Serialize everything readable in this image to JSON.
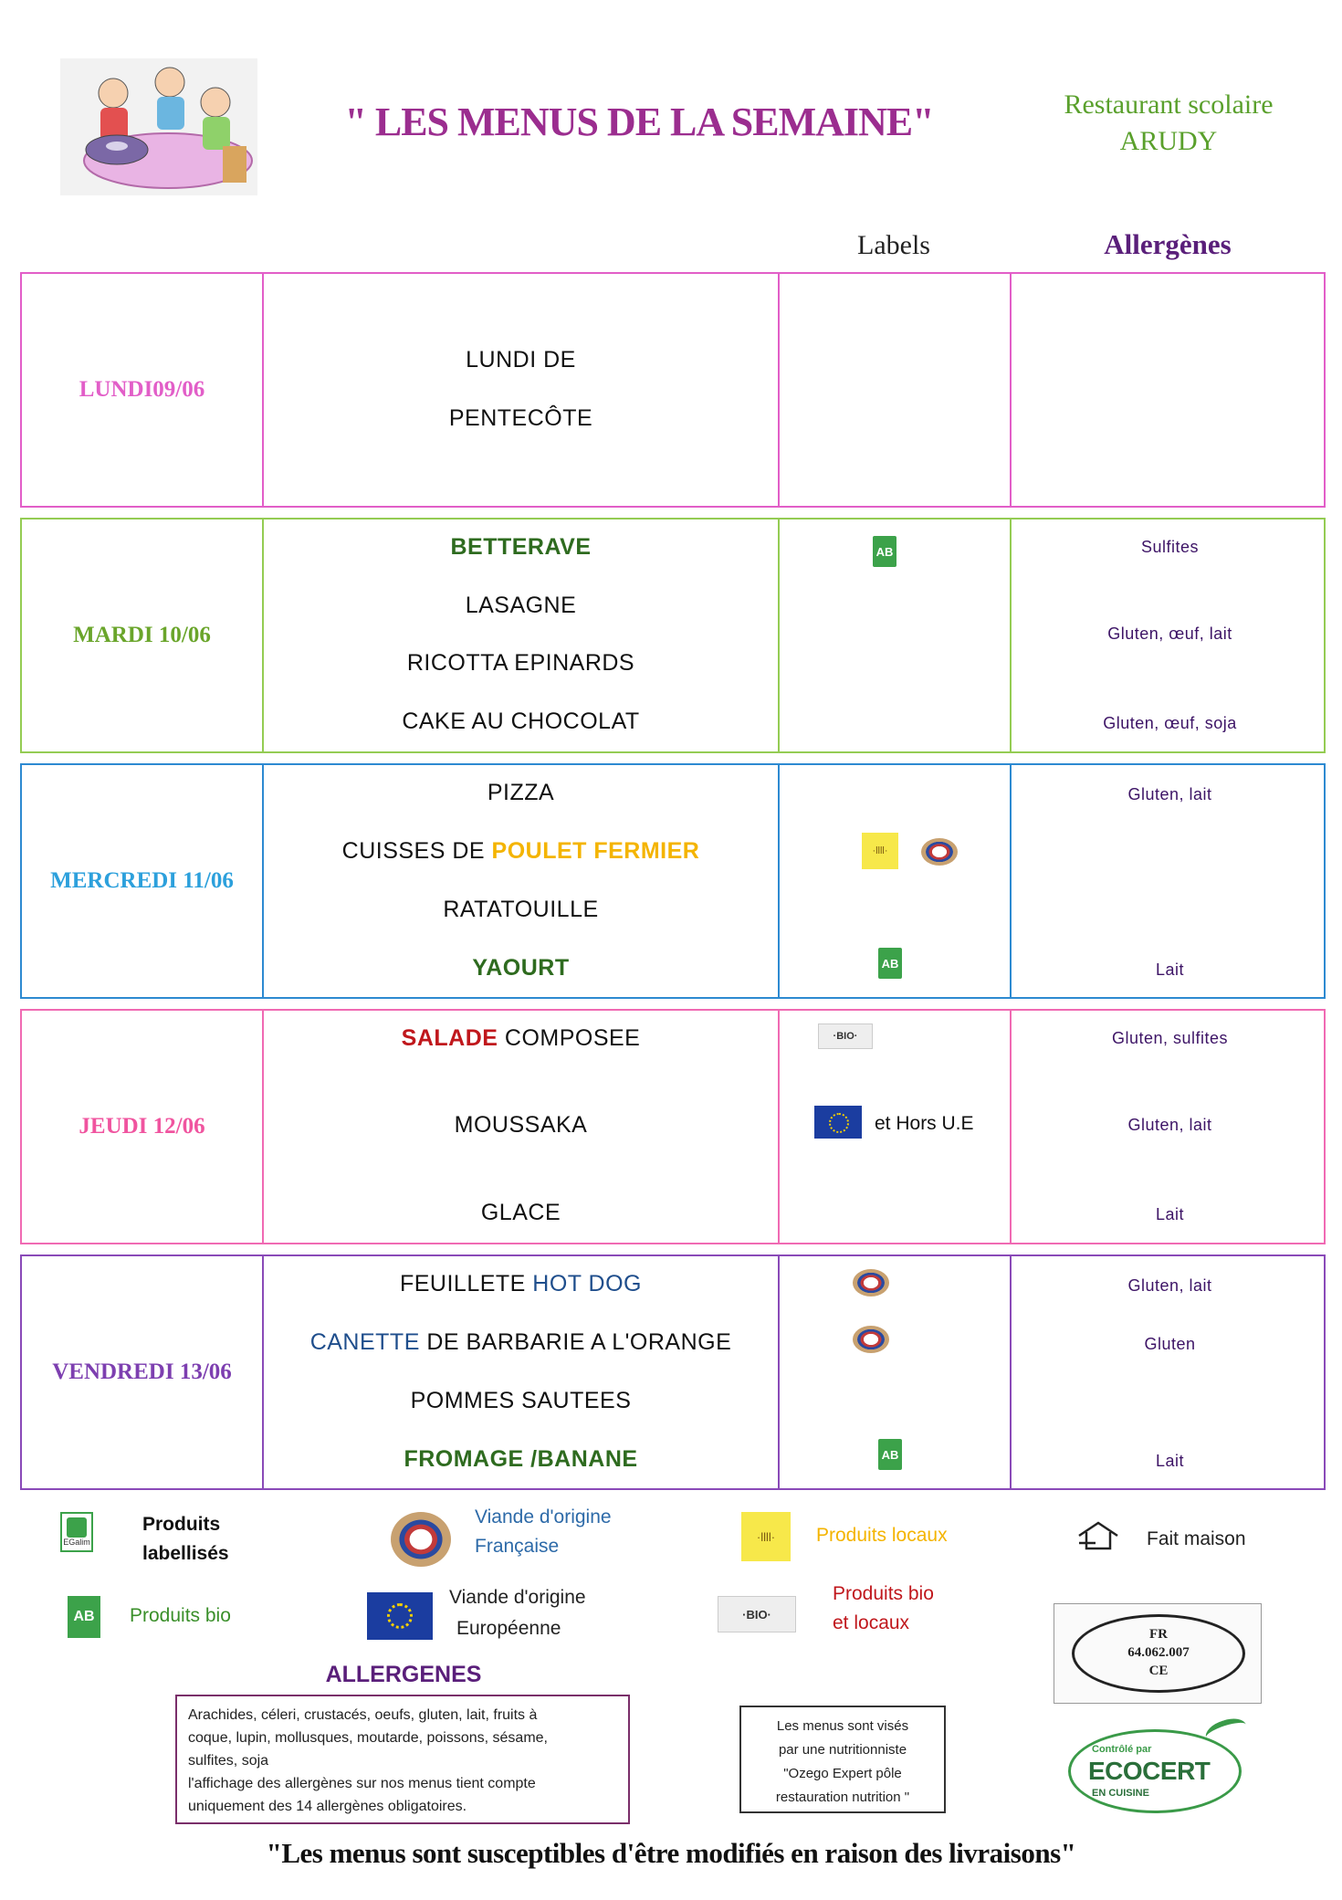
{
  "header": {
    "title": "\" LES MENUS DE LA SEMAINE\"",
    "restaurant_line1": "Restaurant scolaire",
    "restaurant_line2": "ARUDY",
    "col_labels": "Labels",
    "col_allergenes": "Allergènes"
  },
  "days": [
    {
      "name": "LUNDI09/06",
      "dishes": [
        {
          "text": "LUNDI DE"
        },
        {
          "text": "PENTECÔTE"
        }
      ]
    },
    {
      "name": "MARDI 10/06",
      "dishes": [
        {
          "text": "BETTERAVE",
          "label_icon": "ab-bio-icon",
          "allergens": "Sulfites"
        },
        {
          "text": "LASAGNE"
        },
        {
          "text": "RICOTTA EPINARDS",
          "allergens": "Gluten, œuf, lait"
        },
        {
          "text": "CAKE AU CHOCOLAT",
          "allergens": "Gluten, œuf, soja"
        }
      ]
    },
    {
      "name": "MERCREDI 11/06",
      "dishes": [
        {
          "text": "PIZZA",
          "allergens": "Gluten, lait"
        },
        {
          "text_pre": "CUISSES DE ",
          "text_hl": "POULET FERMIER",
          "label_icons": [
            "produits-locaux-icon",
            "viande-francaise-icon"
          ]
        },
        {
          "text": "RATATOUILLE"
        },
        {
          "text": "YAOURT",
          "label_icon": "ab-bio-icon",
          "allergens": "Lait"
        }
      ]
    },
    {
      "name": "JEUDI 12/06",
      "dishes": [
        {
          "text_hl": "SALADE",
          "text_post": " COMPOSEE",
          "label_icon": "bio-locaux-icon",
          "allergens": "Gluten, sulfites"
        },
        {
          "text": "MOUSSAKA",
          "label_icon": "eu-flag-icon",
          "label_text": "et Hors U.E",
          "allergens": "Gluten, lait"
        },
        {
          "text": "GLACE",
          "allergens": "Lait"
        }
      ]
    },
    {
      "name": "VENDREDI 13/06",
      "dishes": [
        {
          "text_pre": "FEUILLETE ",
          "text_hl": "HOT DOG",
          "label_icon": "viande-francaise-icon",
          "allergens": "Gluten, lait"
        },
        {
          "text_hl": "CANETTE",
          "text_post": " DE BARBARIE A L'ORANGE",
          "label_icon": "viande-francaise-icon",
          "allergens": "Gluten"
        },
        {
          "text": "POMMES SAUTEES"
        },
        {
          "text": "FROMAGE /BANANE",
          "label_icon": "ab-bio-icon",
          "allergens": "Lait"
        }
      ]
    }
  ],
  "legend": {
    "labellises_1": "Produits",
    "labellises_2": "labellisés",
    "vf_1": "Viande d'origine",
    "vf_2": "Française",
    "locaux": "Produits locaux",
    "maison": "Fait maison",
    "bio": "Produits bio",
    "ve_1": "Viande d'origine",
    "ve_2": "Européenne",
    "bioloc_1": "Produits bio",
    "bioloc_2": "et locaux",
    "egalim": "EGalim"
  },
  "allergenes": {
    "title": "ALLERGENES",
    "line1": "Arachides, céleri, crustacés, oeufs, gluten, lait, fruits à",
    "line2": "coque, lupin, mollusques, moutarde, poissons, sésame,",
    "line3": "sulfites, soja",
    "line4": "l'affichage des allergènes sur nos menus tient compte",
    "line5": "uniquement des 14 allergènes obligatoires."
  },
  "visa": {
    "line1": "Les menus sont visés",
    "line2": "par une nutritionniste",
    "line3": "\"Ozego Expert pôle",
    "line4": "restauration nutrition \""
  },
  "ce_stamp": {
    "line1": "FR",
    "line2": "64.062.007",
    "line3": "CE"
  },
  "ecocert": {
    "small": "Contrôlé par",
    "big": "ECOCERT",
    "sub": "EN CUISINE"
  },
  "footer": "\"Les menus sont susceptibles d'être modifiés en raison des livraisons\"",
  "colors": {
    "title": "#9b2d8f",
    "restaurant": "#5aa02c",
    "monday": "#e25ec8",
    "tuesday": "#94cc53",
    "wednesday": "#2d8ad1",
    "thursday": "#f06ab3",
    "friday": "#8a4ab8",
    "bio_green": "#2e6b1f",
    "poulet_yellow": "#f4b400",
    "salade_red": "#c0171c",
    "blue_hl": "#1f4e8c",
    "allergen_text": "#3d1466"
  }
}
